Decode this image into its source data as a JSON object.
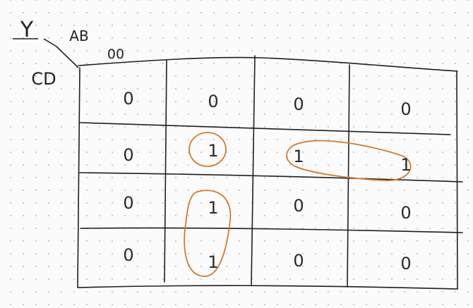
{
  "output_label": "Y",
  "column_var_label": "AB",
  "row_var_label": "CD",
  "column_header_visible": "00",
  "cells": [
    [
      "0",
      "0",
      "0",
      "0"
    ],
    [
      "0",
      "1",
      "1",
      "1"
    ],
    [
      "0",
      "1",
      "0",
      "0"
    ],
    [
      "0",
      "1",
      "0",
      "0"
    ]
  ],
  "loop_color": "#d6782e"
}
